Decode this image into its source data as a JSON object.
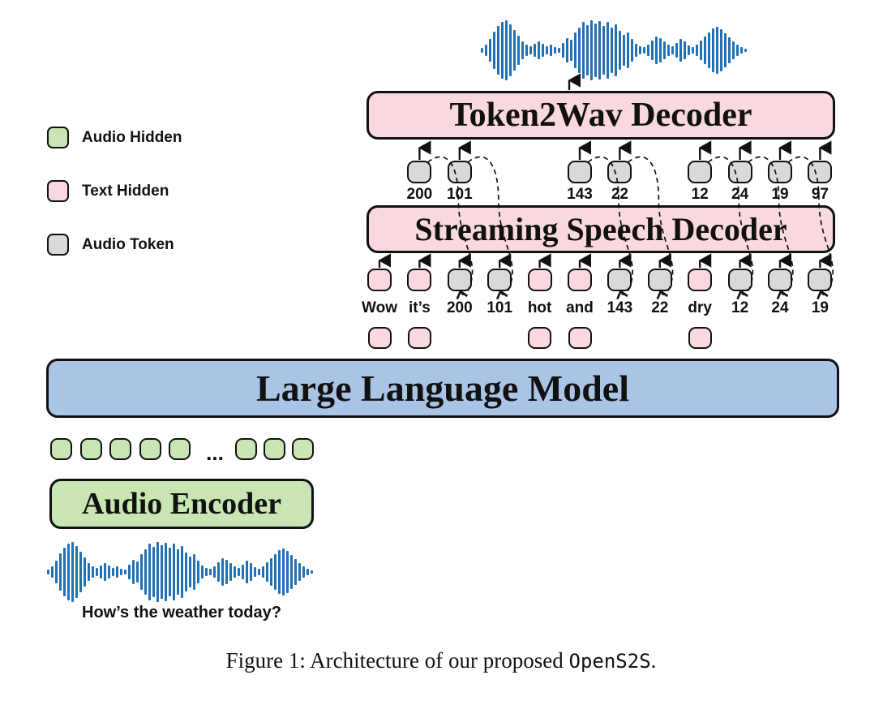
{
  "legend": {
    "items": [
      {
        "label": "Audio Hidden",
        "type": "audio_hidden"
      },
      {
        "label": "Text Hidden",
        "type": "text_hidden"
      },
      {
        "label": "Audio Token",
        "type": "audio_token"
      }
    ]
  },
  "boxes": {
    "token2wav": {
      "label": "Token2Wav Decoder"
    },
    "streaming": {
      "label": "Streaming Speech Decoder"
    },
    "llm": {
      "label": "Large Language Model"
    },
    "encoder": {
      "label": "Audio Encoder"
    }
  },
  "sequence": {
    "columns": [
      {
        "label": "Wow",
        "type": "text_hidden"
      },
      {
        "label": "it’s",
        "type": "text_hidden"
      },
      {
        "label": "200",
        "type": "audio_token"
      },
      {
        "label": "101",
        "type": "audio_token"
      },
      {
        "label": "hot",
        "type": "text_hidden"
      },
      {
        "label": "and",
        "type": "text_hidden"
      },
      {
        "label": "143",
        "type": "audio_token"
      },
      {
        "label": "22",
        "type": "audio_token"
      },
      {
        "label": "dry",
        "type": "text_hidden"
      },
      {
        "label": "12",
        "type": "audio_token"
      },
      {
        "label": "24",
        "type": "audio_token"
      },
      {
        "label": "19",
        "type": "audio_token"
      }
    ],
    "output_tokens": [
      {
        "col": 1,
        "label": "200",
        "feedback": true
      },
      {
        "col": 2,
        "label": "101",
        "feedback": true
      },
      {
        "col": 5,
        "label": "143",
        "feedback": true
      },
      {
        "col": 6,
        "label": "22",
        "feedback": true
      },
      {
        "col": 8,
        "label": "12",
        "feedback": true
      },
      {
        "col": 9,
        "label": "24",
        "feedback": true
      },
      {
        "col": 10,
        "label": "19",
        "feedback": true
      },
      {
        "col": 11,
        "label": "97",
        "feedback": false
      }
    ],
    "context_text_cols": [
      0,
      1,
      4,
      5,
      8
    ]
  },
  "audio_hidden_row": {
    "left_count": 5,
    "ellipsis": "...",
    "right_count": 3
  },
  "input": {
    "transcript": "How’s the weather today?"
  },
  "caption": {
    "prefix": "Figure 1: Architecture of our proposed ",
    "code": "OpenS2S",
    "suffix": "."
  },
  "colors": {
    "audio_hidden": "#c9e5b4",
    "text_hidden": "#f9d9de",
    "audio_token": "#d9d9d9",
    "llm": "#a9c4e4",
    "waveform": "#2270b5",
    "border": "#111111"
  },
  "waveform_bars": [
    6,
    14,
    28,
    46,
    60,
    70,
    74,
    64,
    50,
    36,
    22,
    14,
    10,
    16,
    22,
    16,
    10,
    14,
    8,
    6,
    18,
    30,
    26,
    44,
    56,
    70,
    62,
    74,
    66,
    72,
    60,
    70,
    56,
    64,
    48,
    38,
    44,
    28,
    16,
    10,
    8,
    14,
    24,
    34,
    30,
    22,
    14,
    10,
    18,
    28,
    22,
    12,
    8,
    14,
    24,
    34,
    44,
    54,
    58,
    52,
    42,
    32,
    22,
    14,
    8,
    4
  ]
}
